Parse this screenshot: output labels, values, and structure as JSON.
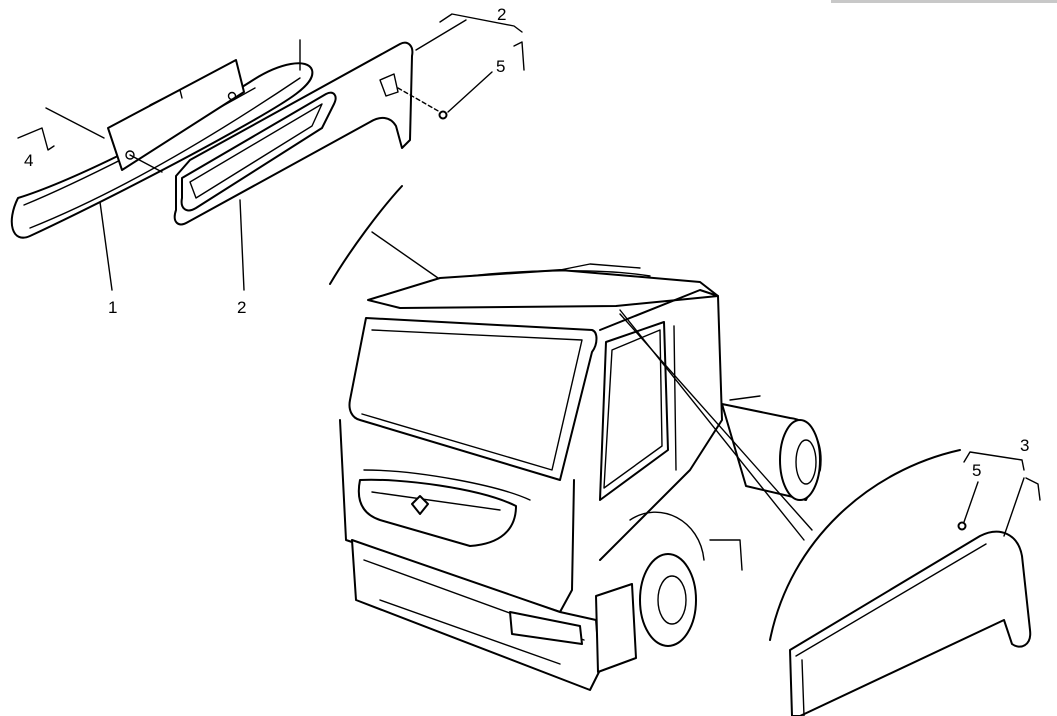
{
  "diagram": {
    "callouts": {
      "top_bracket_2": "2",
      "top_5": "5",
      "left_4": "4",
      "part_1": "1",
      "part_2": "2",
      "right_3": "3",
      "right_5": "5"
    }
  }
}
